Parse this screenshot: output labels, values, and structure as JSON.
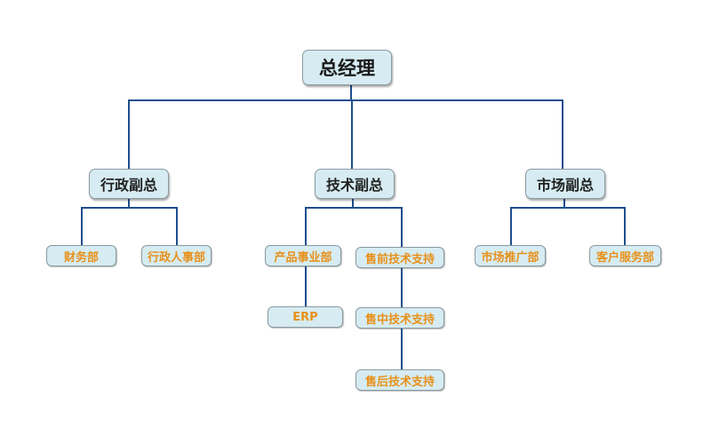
{
  "org": {
    "root": "总经理",
    "vp_admin": "行政副总",
    "vp_tech": "技术副总",
    "vp_market": "市场副总",
    "finance": "财务部",
    "hr": "行政人事部",
    "product": "产品事业部",
    "erp": "ERP",
    "presales": "售前技术支持",
    "insales": "售中技术支持",
    "aftersales": "售后技术支持",
    "promotion": "市场推广部",
    "customer_service": "客户服务部"
  },
  "colors": {
    "line": "#1f4e8c",
    "box_fill": "#d6ecf2",
    "box_border": "#8a9aa0",
    "dept_text": "#e8901a",
    "title_text": "#1a1a1a"
  }
}
